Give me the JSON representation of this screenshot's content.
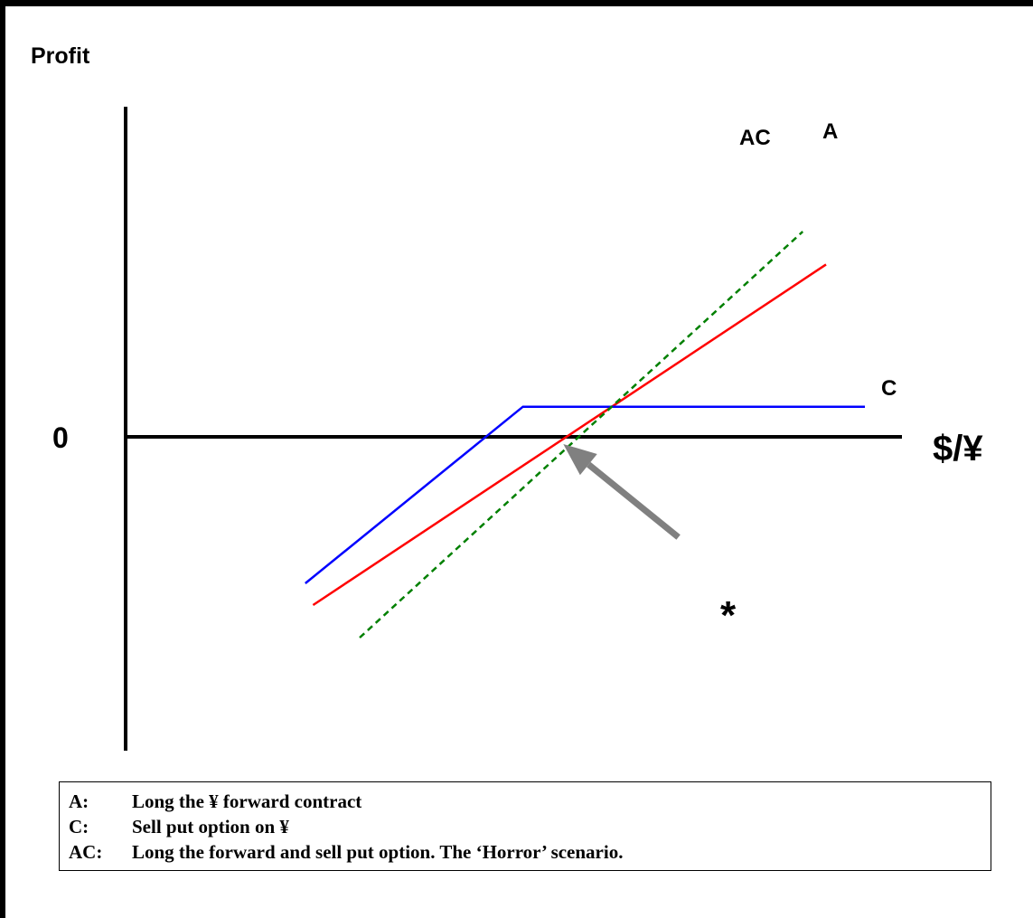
{
  "chart_data": {
    "type": "line",
    "ylabel": "Profit",
    "xlabel": "$/¥",
    "y_zero_label": "0",
    "xlim": [
      0,
      10
    ],
    "ylim": [
      -6,
      6
    ],
    "grid": false,
    "series": [
      {
        "name": "A",
        "color": "#ff0000",
        "dash": "solid",
        "points": [
          [
            2.4,
            -3.1
          ],
          [
            9.0,
            3.15
          ]
        ]
      },
      {
        "name": "C",
        "color": "#0000ff",
        "dash": "solid",
        "points": [
          [
            2.3,
            -2.7
          ],
          [
            5.1,
            0.55
          ],
          [
            9.5,
            0.55
          ]
        ]
      },
      {
        "name": "AC",
        "color": "#008000",
        "dash": "dashed",
        "points": [
          [
            3.0,
            -3.7
          ],
          [
            8.7,
            3.75
          ]
        ]
      }
    ],
    "annotations": [
      {
        "text": "*",
        "target": [
          5.55,
          0.0
        ],
        "tail": [
          7.1,
          -1.85
        ],
        "color": "#808080"
      }
    ]
  },
  "legend": {
    "entries": [
      {
        "key": "A:",
        "text": "Long the ¥ forward contract"
      },
      {
        "key": "C:",
        "text": "Sell put option on ¥"
      },
      {
        "key": "AC:",
        "text": "Long the forward and sell put option. The ‘Horror’ scenario."
      }
    ]
  }
}
